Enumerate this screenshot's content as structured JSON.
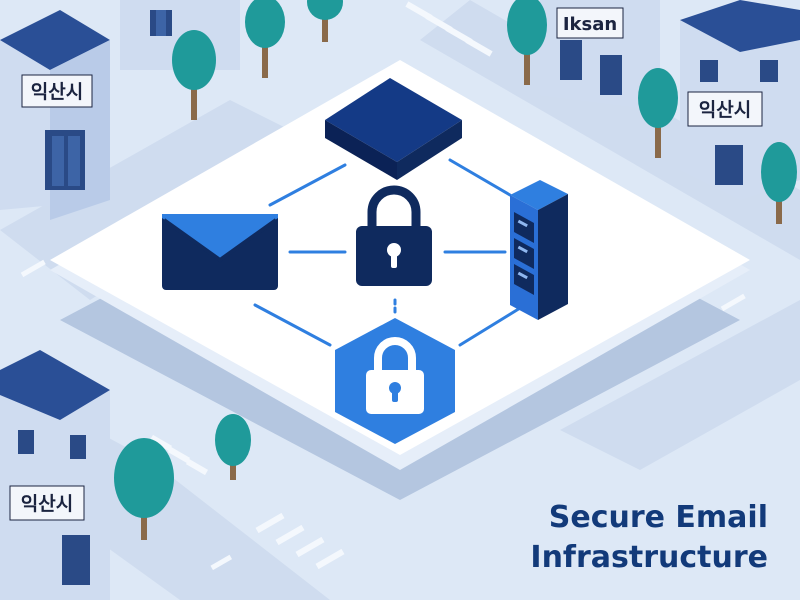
{
  "title": {
    "line1": "Secure Email",
    "line2": "Infrastructure"
  },
  "signs": {
    "top_left": "익산시",
    "top_right_upper": "Iksan",
    "top_right_lower": "익산시",
    "bottom_left": "익산시"
  },
  "colors": {
    "background": "#dde8f6",
    "road": "#cfdcef",
    "sidewalk": "#eef3fa",
    "platform": "#ffffff",
    "platform_shadow": "#b4c6e0",
    "navy": "#0f2a5e",
    "blue": "#2f7fe0",
    "building_light": "#cfdcf0",
    "building_roof": "#2a4f96",
    "window": "#2a4a86",
    "tree": "#1f9a9a",
    "trunk": "#8a6a4a",
    "title": "#123a7a"
  },
  "icons": {
    "envelope": "envelope-icon",
    "padlock": "padlock-icon",
    "server": "server-rack-icon",
    "box": "cloud-box-icon",
    "shield_lock": "hexagon-lock-icon"
  }
}
